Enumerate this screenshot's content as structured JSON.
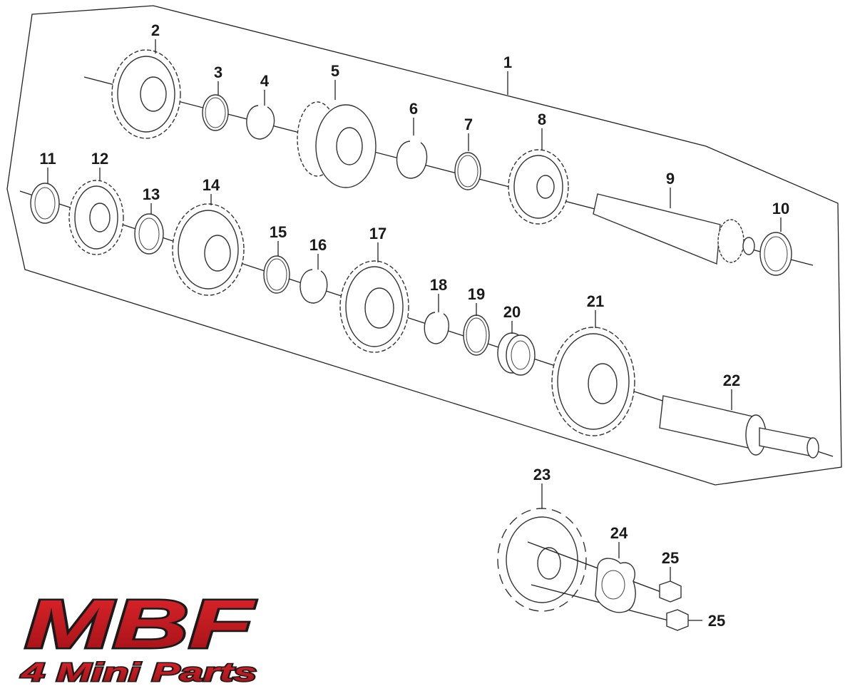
{
  "callouts": [
    {
      "n": "1"
    },
    {
      "n": "2"
    },
    {
      "n": "3"
    },
    {
      "n": "4"
    },
    {
      "n": "5"
    },
    {
      "n": "6"
    },
    {
      "n": "7"
    },
    {
      "n": "8"
    },
    {
      "n": "9"
    },
    {
      "n": "10"
    },
    {
      "n": "11"
    },
    {
      "n": "12"
    },
    {
      "n": "13"
    },
    {
      "n": "14"
    },
    {
      "n": "15"
    },
    {
      "n": "16"
    },
    {
      "n": "17"
    },
    {
      "n": "18"
    },
    {
      "n": "19"
    },
    {
      "n": "20"
    },
    {
      "n": "21"
    },
    {
      "n": "22"
    },
    {
      "n": "23"
    },
    {
      "n": "24"
    },
    {
      "n": "25"
    },
    {
      "n": "25"
    }
  ],
  "logo": {
    "brand": "MBF",
    "tagline": "4 Mini Parts",
    "brand_color": "#c4161c",
    "outline_color": "#1a1a1a"
  }
}
